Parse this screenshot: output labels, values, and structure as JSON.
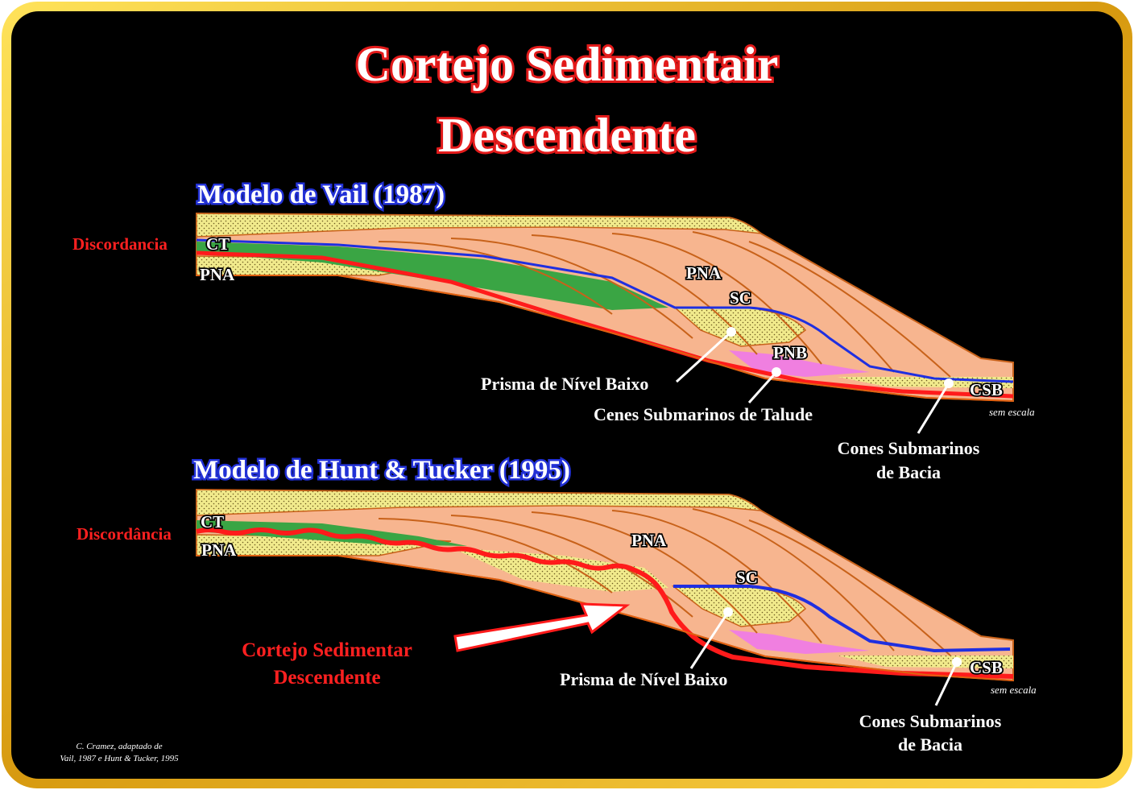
{
  "title": {
    "line1": "Cortejo Sedimentair",
    "line2": "Descendente"
  },
  "vail": {
    "heading": "Modelo de Vail (1987)",
    "discordancia": "Discordancia",
    "ct": "CT",
    "pna_left": "PNA",
    "pna": "PNA",
    "sc": "SC",
    "pnb": "PNB",
    "csb": "CSB",
    "prisma": "Prisma de Nível Baixo",
    "cenes_talude": "Cenes Submarinos de Talude",
    "cones_bacia_l1": "Cones Submarinos",
    "cones_bacia_l2": "de Bacia",
    "sem_escala": "sem escala"
  },
  "hunt": {
    "heading": "Modelo de Hunt & Tucker (1995)",
    "discordancia": "Discordância",
    "ct": "CT",
    "pna_left": "PNA",
    "pna": "PNA",
    "sc": "SC",
    "csb": "CSB",
    "cortejo_l1": "Cortejo Sedimentar",
    "cortejo_l2": "Descendente",
    "prisma": "Prisma de Nível Baixo",
    "cones_bacia_l1": "Cones Submarinos",
    "cones_bacia_l2": "de Bacia",
    "sem_escala": "sem escala"
  },
  "credit": {
    "line1": "C. Cramez, adaptado  de",
    "line2": "Vail, 1987 e Hunt & Tucker, 1995"
  },
  "colors": {
    "background": "#000000",
    "frame": "#f3c21a",
    "salmon": "#f7b58f",
    "sand": "#f1ea8c",
    "green": "#3aa544",
    "pink": "#f07fe0",
    "red": "#ff1b1b",
    "blue": "#1f2fe0",
    "clino": "#c8621a"
  }
}
